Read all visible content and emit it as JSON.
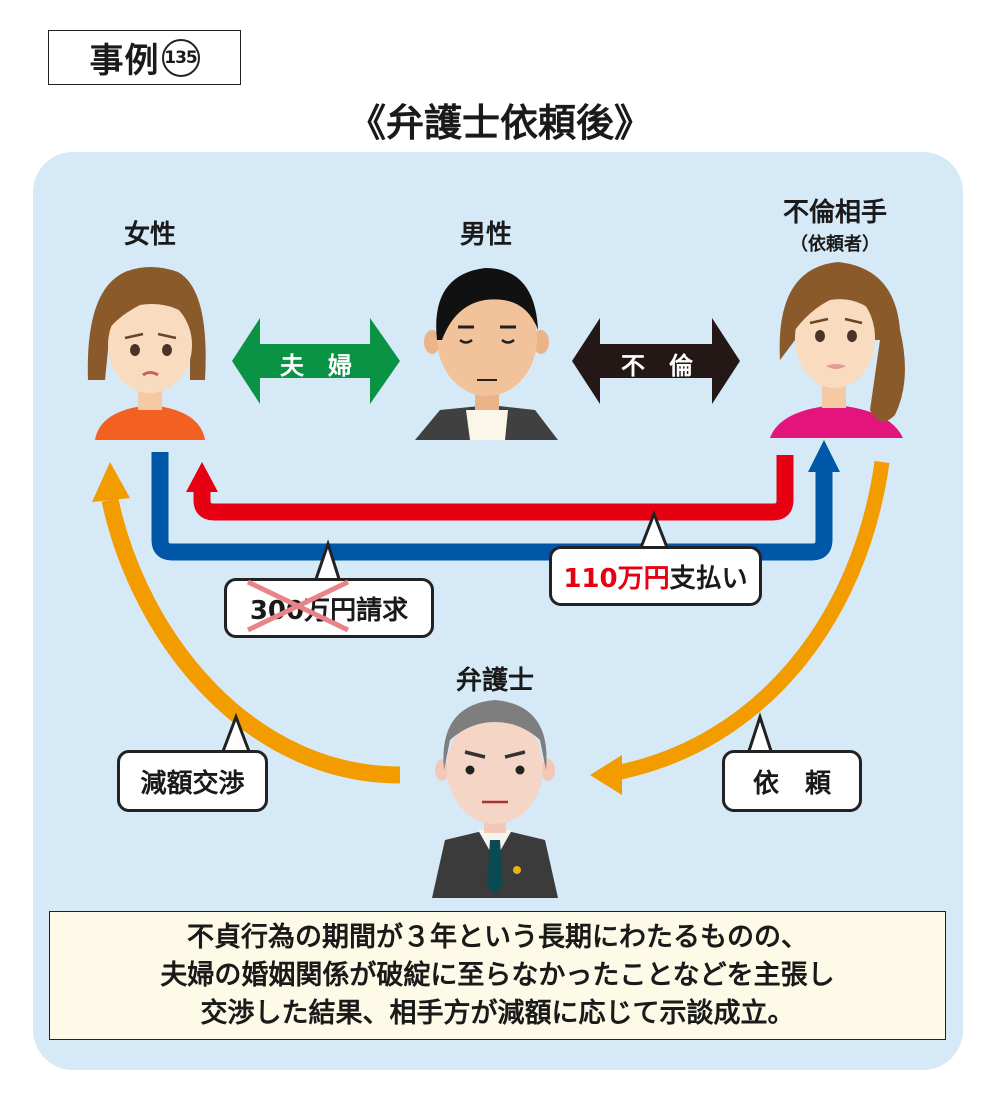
{
  "header": {
    "case_label": "事例",
    "case_number": "135",
    "title": "《弁護士依頼後》"
  },
  "people": {
    "wife": {
      "label": "女性",
      "icon": "woman-worried-icon"
    },
    "husband": {
      "label": "男性",
      "icon": "man-eyes-closed-icon"
    },
    "affair_partner": {
      "label": "不倫相手",
      "sublabel": "（依頼者）",
      "icon": "woman-anxious-icon"
    },
    "lawyer": {
      "label": "弁護士",
      "icon": "lawyer-icon"
    }
  },
  "relations": {
    "married": "夫　婦",
    "affair": "不　倫"
  },
  "bubbles": {
    "claim_struck": "300万円",
    "claim_suffix": "請求",
    "payment_amount": "110万円",
    "payment_suffix": "支払い",
    "negotiation": "減額交渉",
    "request": "依　頼"
  },
  "summary": {
    "lines": [
      "不貞行為の期間が３年という長期にわたるものの、",
      "夫婦の婚姻関係が破綻に至らなかったことなどを主張し",
      "交渉した結果、相手方が減額に応じて示談成立。"
    ]
  },
  "colors": {
    "panel": "#d6e9f7",
    "married_arrow": "#0a9245",
    "affair_arrow": "#231815",
    "claim_arrow": "#0057a8",
    "payment_arrow": "#e60012",
    "lawyer_arrow": "#f29c00",
    "summary_bg": "#fdfbe8"
  }
}
